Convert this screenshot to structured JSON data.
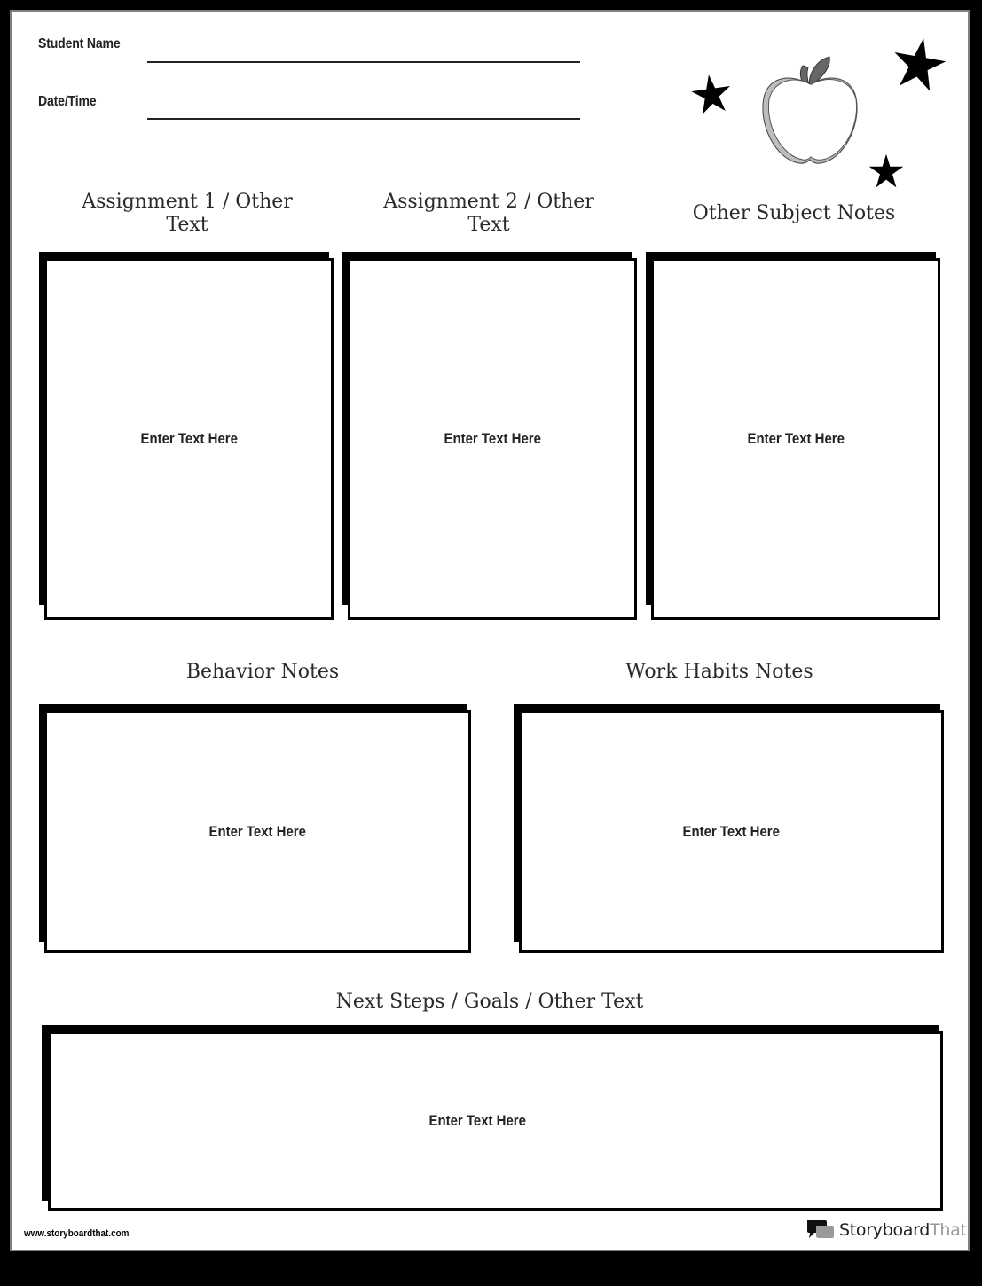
{
  "header": {
    "fields": [
      {
        "label": "Student Name",
        "value": ""
      },
      {
        "label": "Date/Time",
        "value": ""
      }
    ],
    "decorations": [
      "star-icon",
      "apple-icon",
      "star-icon",
      "star-icon"
    ]
  },
  "sections": {
    "top": [
      {
        "title": "Assignment 1 / Other Text",
        "title_lines": [
          "Assignment 1 / Other",
          "Text"
        ],
        "placeholder": "Enter Text Here"
      },
      {
        "title": "Assignment 2 / Other Text",
        "title_lines": [
          "Assignment 2 / Other",
          "Text"
        ],
        "placeholder": "Enter Text Here"
      },
      {
        "title": "Other Subject Notes",
        "placeholder": "Enter Text Here"
      }
    ],
    "middle": [
      {
        "title": "Behavior Notes",
        "placeholder": "Enter Text Here"
      },
      {
        "title": "Work Habits Notes",
        "placeholder": "Enter Text Here"
      }
    ],
    "bottom": {
      "title": "Next Steps / Goals / Other Text",
      "placeholder": "Enter Text Here"
    }
  },
  "footer": {
    "url": "www.storyboardthat.com",
    "brand_main": "Storyboard",
    "brand_accent": "That"
  },
  "colors": {
    "background": "#000000",
    "page": "#ffffff",
    "border": "#808080",
    "text": "#222222",
    "brand_accent": "#9a9a9a"
  }
}
